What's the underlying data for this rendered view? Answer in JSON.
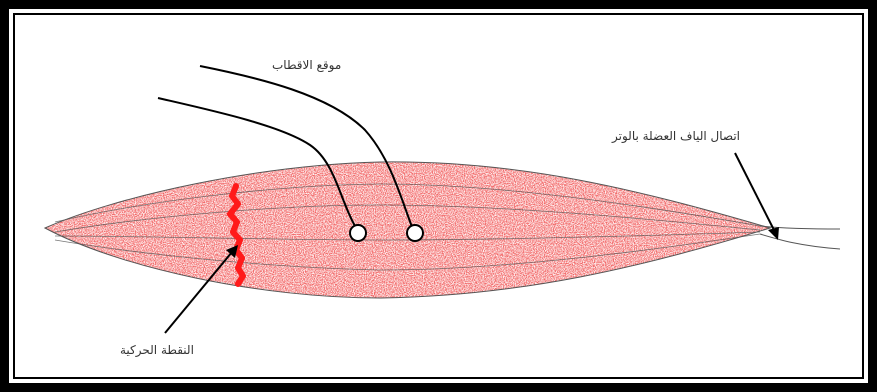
{
  "labels": {
    "electrode_site": "موقع الاقطاب",
    "muscle_tendon_junction": "اتصال الياف العضلة بالوتر",
    "motor_point": "النقطة الحركية"
  },
  "colors": {
    "frame": "#000000",
    "muscle_fibers": "#e02020",
    "motor_point": "#ff1a1a",
    "outline": "#444444"
  }
}
